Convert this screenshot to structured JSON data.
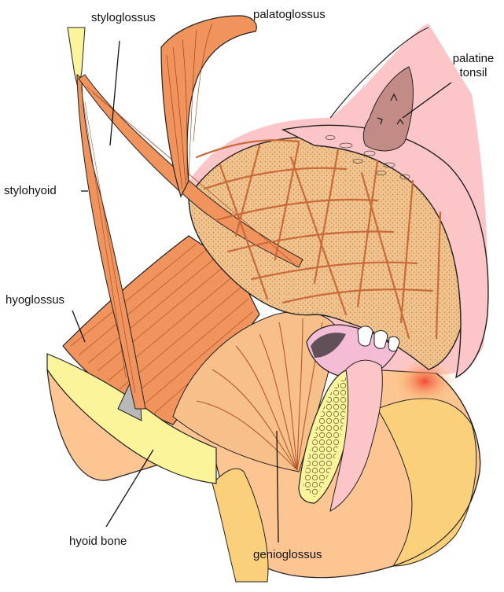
{
  "labels": {
    "styloglossus": "styloglossus",
    "palatoglossus": "palatoglossus",
    "palatine_tonsil_line1": "palatine",
    "palatine_tonsil_line2": "tonsil",
    "stylohyoid": "stylohyoid",
    "hyoglossus": "hyoglossus",
    "hyoid_bone": "hyoid bone",
    "genioglossus": "genioglossus"
  },
  "colors": {
    "muscle": "#f0935c",
    "muscle_line": "#8a3a14",
    "tongue": "#f2c28c",
    "palate": "#fcc6c8",
    "skin": "#fcc592",
    "skin_deep": "#fbd07a",
    "bone": "#fbf49a",
    "tonsil": "#c38b86",
    "mouth": "#f5bcd6",
    "red": "#f05a48",
    "gray": "#b8b8b8",
    "outline": "#222222"
  }
}
